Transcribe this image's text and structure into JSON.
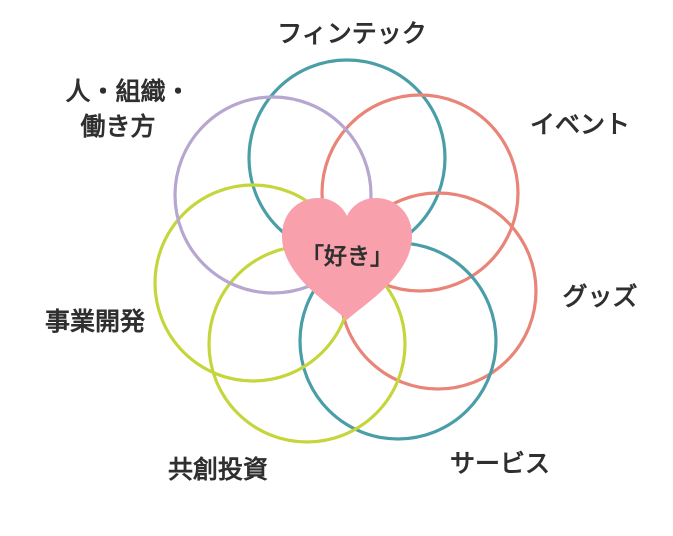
{
  "diagram": {
    "center": {
      "label": "「好き」",
      "color": "#f8a1ad"
    },
    "petals": [
      {
        "label": "フィンテック",
        "color": "#4a9ea8"
      },
      {
        "label": "イベント",
        "color": "#e98478"
      },
      {
        "label": "グッズ",
        "color": "#e98478"
      },
      {
        "label": "サービス",
        "color": "#4a9ea8"
      },
      {
        "label": "共創投資",
        "color": "#c5d63d"
      },
      {
        "label": "事業開発",
        "color": "#c5d63d"
      },
      {
        "label": "人・組織・",
        "label_line2": "働き方",
        "color": "#b7a6cf"
      }
    ]
  }
}
